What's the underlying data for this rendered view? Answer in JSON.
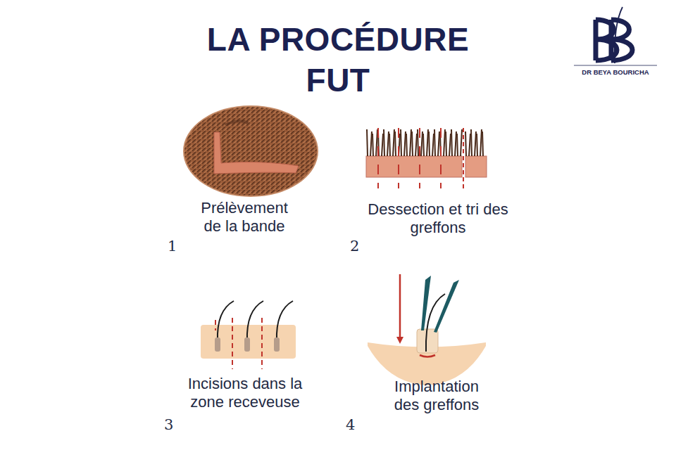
{
  "diagram": {
    "title": "LA PROCÉDURE FUT",
    "labels": [
      "DR BEYA BOURICHA",
      "Prélèvement de la bande",
      "1",
      "Dessection et tri des greffons",
      "2",
      "Incisions dans la zone receveuse",
      "3",
      "Implantation des greffons",
      "4"
    ]
  }
}
